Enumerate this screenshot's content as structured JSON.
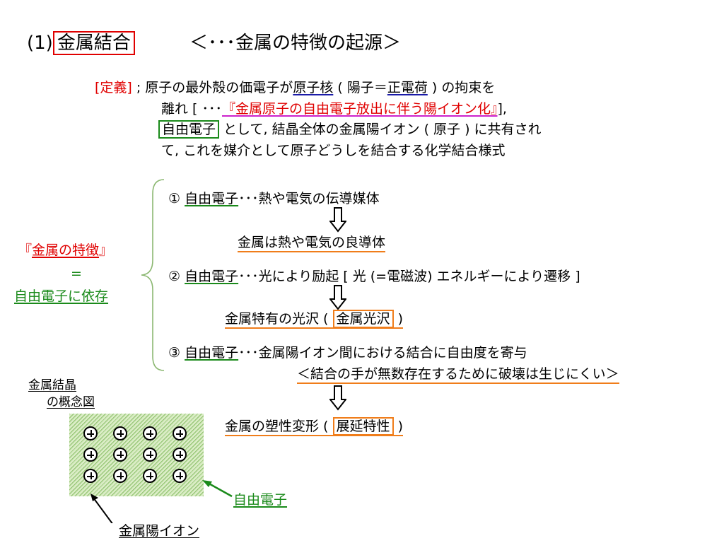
{
  "title": {
    "number": "(1)",
    "boxed": "金属結合",
    "subtitle": "＜･･･金属の特徴の起源＞"
  },
  "definition": {
    "tag": "[定義]",
    "l1_a": " ; 原子の最外殻の価電子が",
    "l1_b": "原子核",
    "l1_c": " ( 陽子＝",
    "l1_d": "正電荷",
    "l1_e": " ) の拘束を",
    "l2_a": "離れ [ ･･･",
    "l2_b": "『金属原子の自由電子放出に伴う陽イオン化』",
    "l2_c": "],",
    "l3_box": "自由電子",
    "l3_rest": " として, 結晶全体の金属陽イオン ( 原子 ) に共有され",
    "l4": "て, これを媒介として原子どうしを結合する化学結合様式"
  },
  "side": {
    "open": "『",
    "main": "金属の特徴",
    "close": "』",
    "eq": "=",
    "bottom": "自由電子に依存"
  },
  "items": [
    {
      "num": "①",
      "term": "自由電子",
      "desc": "･･･熱や電気の伝導媒体",
      "result": "金属は熱や電気の良導体"
    },
    {
      "num": "②",
      "term": "自由電子",
      "desc": "･･･光により励起 [ 光 (=電磁波) エネルギーにより遷移 ]",
      "result_a": "金属特有の光沢 (",
      "result_box": "金属光沢",
      "result_c": ")"
    },
    {
      "num": "③",
      "term": "自由電子",
      "desc": "･･･金属陽イオン間における結合に自由度を寄与",
      "sub": "＜結合の手が無数存在するために破壊は生じにくい＞",
      "result_a": "金属の塑性変形 (",
      "result_box": "展延特性",
      "result_c": ")"
    }
  ],
  "diagram": {
    "title_1": "金属結晶",
    "title_2": "の概念図",
    "free_electron_label": "自由電子",
    "cation_label": "金属陽イオン",
    "grid_rows": 3,
    "grid_cols": 4
  },
  "colors": {
    "red": "#e00000",
    "green": "#1a8a1a",
    "orange": "#f07d1a",
    "blue": "#1a1aa8",
    "magenta": "#cc22cc"
  }
}
